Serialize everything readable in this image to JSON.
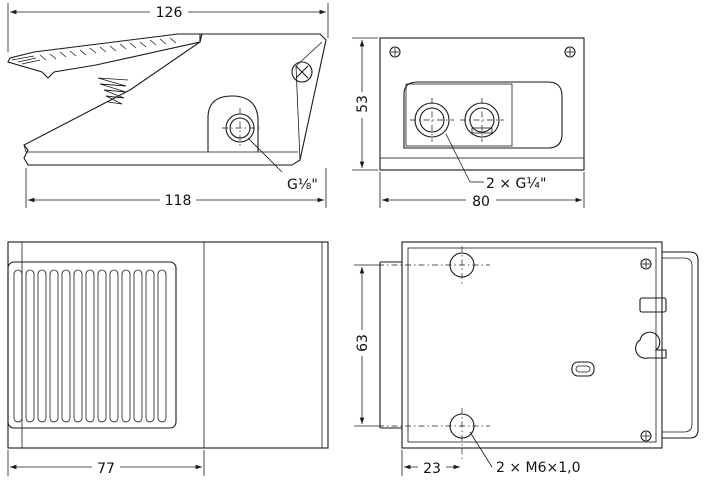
{
  "dimensions": {
    "side_overall_length": "126",
    "side_base_length": "118",
    "port_side": "G⅛\"",
    "rear_height": "53",
    "rear_width": "80",
    "ports_rear": "2 × G¼\"",
    "top_pedal_width": "77",
    "bottom_hole_spacing": "63",
    "bottom_hole_offset": "23",
    "mount_holes": "2 × M6×1,0"
  },
  "colors": {
    "line": "#1a1a1a",
    "background": "#ffffff"
  }
}
